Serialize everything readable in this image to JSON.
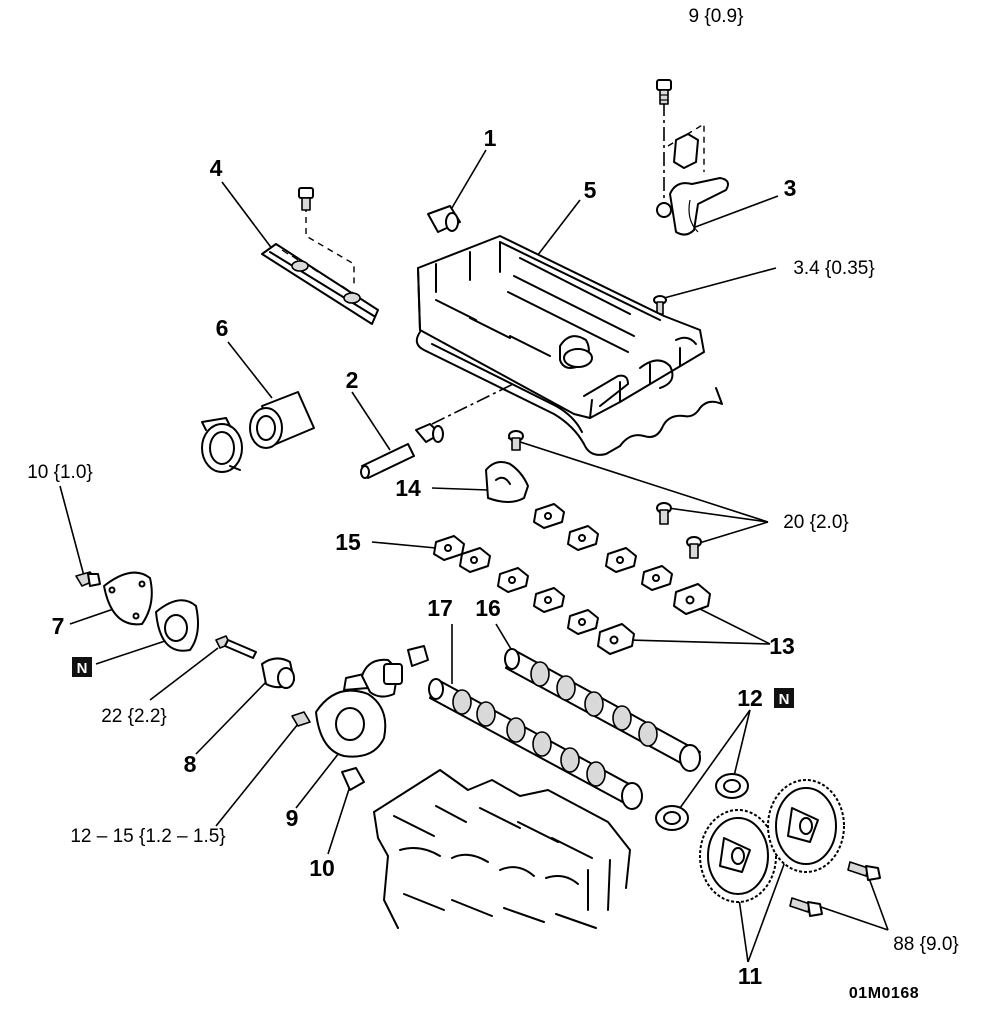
{
  "labels": {
    "l1": "1",
    "l2": "2",
    "l3": "3",
    "l4": "4",
    "l5": "5",
    "l6": "6",
    "l7": "7",
    "l8": "8",
    "l9": "9",
    "l10": "10",
    "l11": "11",
    "l12": "12",
    "l13": "13",
    "l14": "14",
    "l15": "15",
    "l16": "16",
    "l17": "17"
  },
  "torque": {
    "t_sensor_bolt": "9 {0.9}",
    "t_cover_bolt": "3.4 {0.35}",
    "t_cap_bolt": "20 {2.0}",
    "t_plate_bolt": "10 {1.0}",
    "t_pump_stud": "22 {2.2}",
    "t_pump_nut": "12 – 15 {1.2 – 1.5}",
    "t_pulley_bolt": "88 {9.0}"
  },
  "marks": {
    "new_part": "N"
  },
  "figure_code": "01M0168"
}
